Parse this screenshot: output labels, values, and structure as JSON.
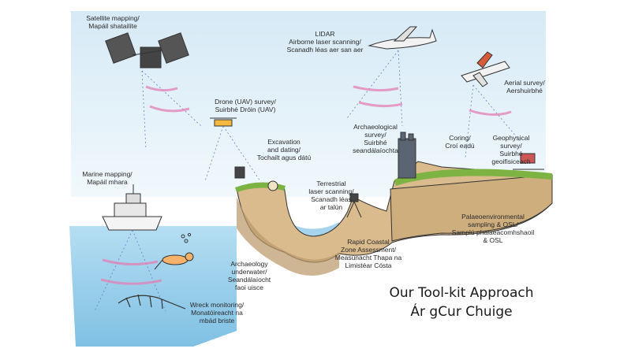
{
  "labels": {
    "satellite": "Satellite mapping/\nMapáil shatailíte",
    "lidar": "LIDAR\nAirborne laser scanning/\nScanadh léas aer san aer",
    "aerial": "Aerial survey/\nAershuirbhé",
    "drone": "Drone (UAV) survey/\nSuirbhé Dróin (UAV)",
    "excavation": "Excavation\nand dating/\nTochailt agus dátú",
    "archaeological": "Archaeological\nsurvey/\nSuirbhé\nseandálaíochta",
    "coring": "Coring/\nCroí eadú",
    "geophysical": "Geophysical\nsurvey/\nSuirbhé\ngeoifisiceach",
    "marine": "Marine mapping/\nMapáil mhara",
    "terrestrial": "Terrestrial\nlaser scanning/\nScanadh léas\nar talún",
    "palaeo": "Palaeoenvironmental\nsampling & OSL/\nSamplú phalaeacomhshaoil\n& OSL",
    "rapid": "Rapid Coastal\nZone Assessment/\nMeasúnacht Thapa na\nLimistéar Cósta",
    "underwater": "Archaeology\nunderwater/\nSeandálaíocht\nfaoi uisce",
    "wreck": "Wreck monitoring/\nMonatóireacht na\nmbád briste"
  },
  "title": {
    "english": "Our Tool-kit Approach",
    "irish": "Ár gCur Chuige"
  },
  "colors": {
    "sky": "#d9ecf6",
    "sea": "#a9d6ee",
    "land": "#c8a77a",
    "grass": "#7cb342",
    "beam": "#e37fb4",
    "outline": "#333333"
  }
}
